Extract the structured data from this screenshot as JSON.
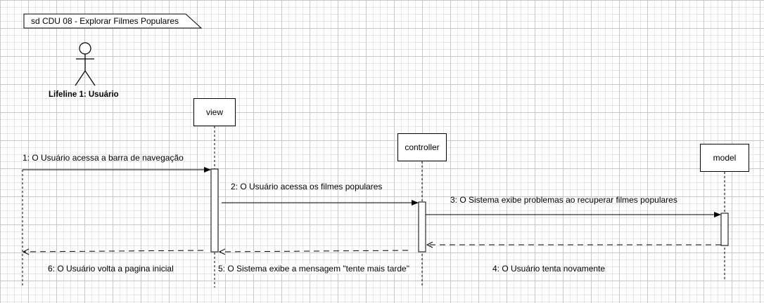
{
  "frame": {
    "title": "sd CDU 08 - Explorar Filmes Populares"
  },
  "actor": {
    "label": "Lifeline 1: Usuário"
  },
  "lifelines": {
    "view": "view",
    "controller": "controller",
    "model": "model"
  },
  "messages": {
    "m1": "1: O Usuário acessa a barra de navegação",
    "m2": "2: O Usuário acessa os  filmes populares",
    "m3": "3: O Sistema exibe problemas ao recuperar filmes populares",
    "m4": "4: O Usuário tenta novamente",
    "m5": "5: O Sistema exibe a mensagem  \"tente mais tarde\"",
    "m6": "6: O Usuário volta a pagina inicial"
  }
}
